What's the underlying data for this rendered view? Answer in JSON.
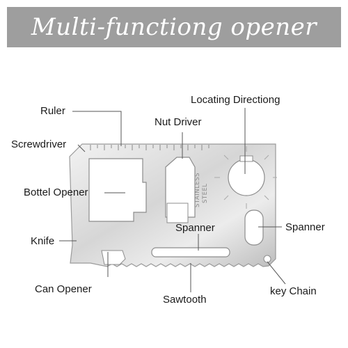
{
  "title": "Multi-functiong opener",
  "labels": {
    "ruler": "Ruler",
    "screwdriver": "Screwdriver",
    "nut_driver": "Nut Driver",
    "locating_direction": "Locating Directiong",
    "bottle_opener": "Bottel Opener",
    "knife": "Knife",
    "spanner_center": "Spanner",
    "spanner_right": "Spanner",
    "can_opener": "Can Opener",
    "sawtooth": "Sawtooth",
    "key_chain": "key Chain"
  },
  "stamp": [
    "STAINLESS",
    "STEEL"
  ],
  "colors": {
    "banner": "#9e9e9e",
    "card_light": "#e9e9e9",
    "card_dark": "#b4b4b4",
    "leader": "#555555"
  }
}
